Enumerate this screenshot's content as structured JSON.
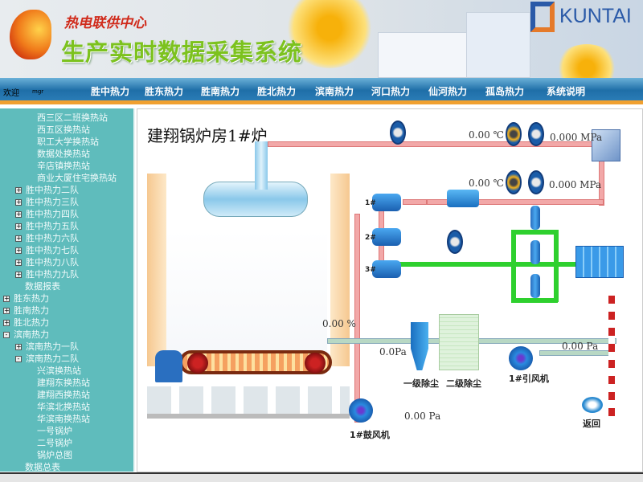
{
  "header": {
    "org_name": "热电联供中心",
    "system_title": "生产实时数据采集系统",
    "brand": "KUNTAI"
  },
  "nav": {
    "welcome": "欢迎",
    "user": "mgr",
    "items": [
      "胜中热力",
      "胜东热力",
      "胜南热力",
      "胜北热力",
      "滨南热力",
      "河口热力",
      "仙河热力",
      "孤岛热力",
      "系统说明"
    ]
  },
  "sidebar": {
    "items": [
      {
        "label": "西三区二班换热站",
        "level": 2,
        "toggle": ""
      },
      {
        "label": "西五区换热站",
        "level": 2,
        "toggle": ""
      },
      {
        "label": "职工大学换热站",
        "level": 2,
        "toggle": ""
      },
      {
        "label": "数据处换热站",
        "level": 2,
        "toggle": ""
      },
      {
        "label": "辛店镇换热站",
        "level": 2,
        "toggle": ""
      },
      {
        "label": "商业大厦住宅换热站",
        "level": 2,
        "toggle": ""
      },
      {
        "label": "胜中热力二队",
        "level": 1,
        "toggle": "+"
      },
      {
        "label": "胜中热力三队",
        "level": 1,
        "toggle": "+"
      },
      {
        "label": "胜中热力四队",
        "level": 1,
        "toggle": "+"
      },
      {
        "label": "胜中热力五队",
        "level": 1,
        "toggle": "+"
      },
      {
        "label": "胜中热力六队",
        "level": 1,
        "toggle": "+"
      },
      {
        "label": "胜中热力七队",
        "level": 1,
        "toggle": "+"
      },
      {
        "label": "胜中热力八队",
        "level": 1,
        "toggle": "+"
      },
      {
        "label": "胜中热力九队",
        "level": 1,
        "toggle": "+"
      },
      {
        "label": "数据报表",
        "level": 1,
        "toggle": ""
      },
      {
        "label": "胜东热力",
        "level": 0,
        "toggle": "+"
      },
      {
        "label": "胜南热力",
        "level": 0,
        "toggle": "+"
      },
      {
        "label": "胜北热力",
        "level": 0,
        "toggle": "+"
      },
      {
        "label": "滨南热力",
        "level": 0,
        "toggle": "-"
      },
      {
        "label": "滨南热力一队",
        "level": 1,
        "toggle": "+"
      },
      {
        "label": "滨南热力二队",
        "level": 1,
        "toggle": "-"
      },
      {
        "label": "兴滨换热站",
        "level": 2,
        "toggle": ""
      },
      {
        "label": "建翔东换热站",
        "level": 2,
        "toggle": ""
      },
      {
        "label": "建翔西换热站",
        "level": 2,
        "toggle": ""
      },
      {
        "label": "华滨北换热站",
        "level": 2,
        "toggle": ""
      },
      {
        "label": "华滨南换热站",
        "level": 2,
        "toggle": ""
      },
      {
        "label": "一号锅炉",
        "level": 2,
        "toggle": ""
      },
      {
        "label": "二号锅炉",
        "level": 2,
        "toggle": ""
      },
      {
        "label": "锅炉总图",
        "level": 2,
        "toggle": ""
      },
      {
        "label": "数据总表",
        "level": 1,
        "toggle": ""
      }
    ]
  },
  "main": {
    "title": "建翔锅炉房1#炉",
    "supply_temp": "0.00 ℃",
    "supply_pressure": "0.000  MPa",
    "return_temp": "0.00 ℃",
    "return_pressure": "0.000  MPa",
    "oxygen": "0.00  %",
    "dust_pressure": "0.0Pa",
    "draft_pressure": "0.00 Pa",
    "blower_pressure": "0.00 Pa",
    "pump_labels": [
      "1#",
      "2#",
      "3#"
    ],
    "dust1": "一级除尘",
    "dust2": "二级除尘",
    "induced_fan": "1#引风机",
    "blower": "1#鼓风机",
    "back": "返回"
  }
}
